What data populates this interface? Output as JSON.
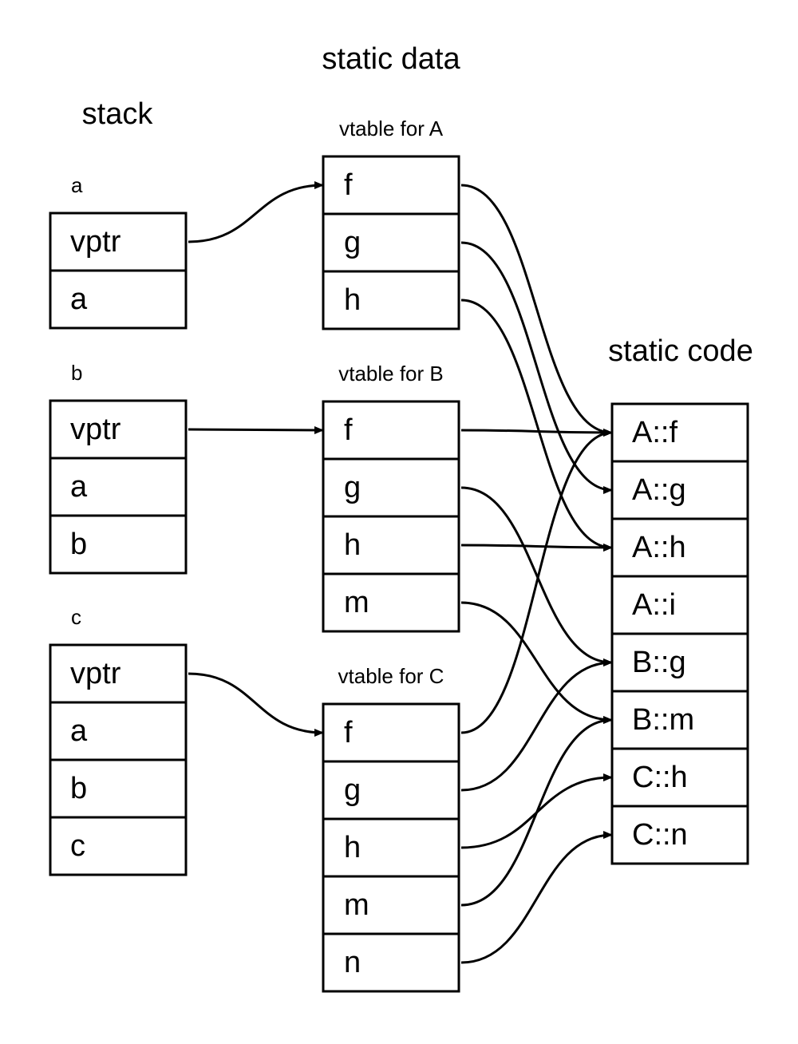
{
  "titles": {
    "stack": "stack",
    "static_data": "static data",
    "static_code": "static code"
  },
  "stack": [
    {
      "id": "a",
      "label": "a",
      "fields": [
        "vptr",
        "a"
      ]
    },
    {
      "id": "b",
      "label": "b",
      "fields": [
        "vptr",
        "a",
        "b"
      ]
    },
    {
      "id": "c",
      "label": "c",
      "fields": [
        "vptr",
        "a",
        "b",
        "c"
      ]
    }
  ],
  "vtables": [
    {
      "id": "A",
      "label": "vtable for A",
      "entries": [
        "f",
        "g",
        "h"
      ]
    },
    {
      "id": "B",
      "label": "vtable for B",
      "entries": [
        "f",
        "g",
        "h",
        "m"
      ]
    },
    {
      "id": "C",
      "label": "vtable for C",
      "entries": [
        "f",
        "g",
        "h",
        "m",
        "n"
      ]
    }
  ],
  "code": [
    "A::f",
    "A::g",
    "A::h",
    "A::i",
    "B::g",
    "B::m",
    "C::h",
    "C::n"
  ],
  "vptr_edges": [
    {
      "from": "a",
      "to": "A"
    },
    {
      "from": "b",
      "to": "B"
    },
    {
      "from": "c",
      "to": "C"
    }
  ],
  "code_edges": [
    {
      "vtable": "A",
      "entry": "f",
      "to": "A::f"
    },
    {
      "vtable": "A",
      "entry": "g",
      "to": "A::g"
    },
    {
      "vtable": "A",
      "entry": "h",
      "to": "A::h"
    },
    {
      "vtable": "B",
      "entry": "f",
      "to": "A::f"
    },
    {
      "vtable": "B",
      "entry": "g",
      "to": "B::g"
    },
    {
      "vtable": "B",
      "entry": "h",
      "to": "A::h"
    },
    {
      "vtable": "B",
      "entry": "m",
      "to": "B::m"
    },
    {
      "vtable": "C",
      "entry": "f",
      "to": "A::f"
    },
    {
      "vtable": "C",
      "entry": "g",
      "to": "B::g"
    },
    {
      "vtable": "C",
      "entry": "h",
      "to": "C::h"
    },
    {
      "vtable": "C",
      "entry": "m",
      "to": "B::m"
    },
    {
      "vtable": "C",
      "entry": "n",
      "to": "C::n"
    }
  ]
}
